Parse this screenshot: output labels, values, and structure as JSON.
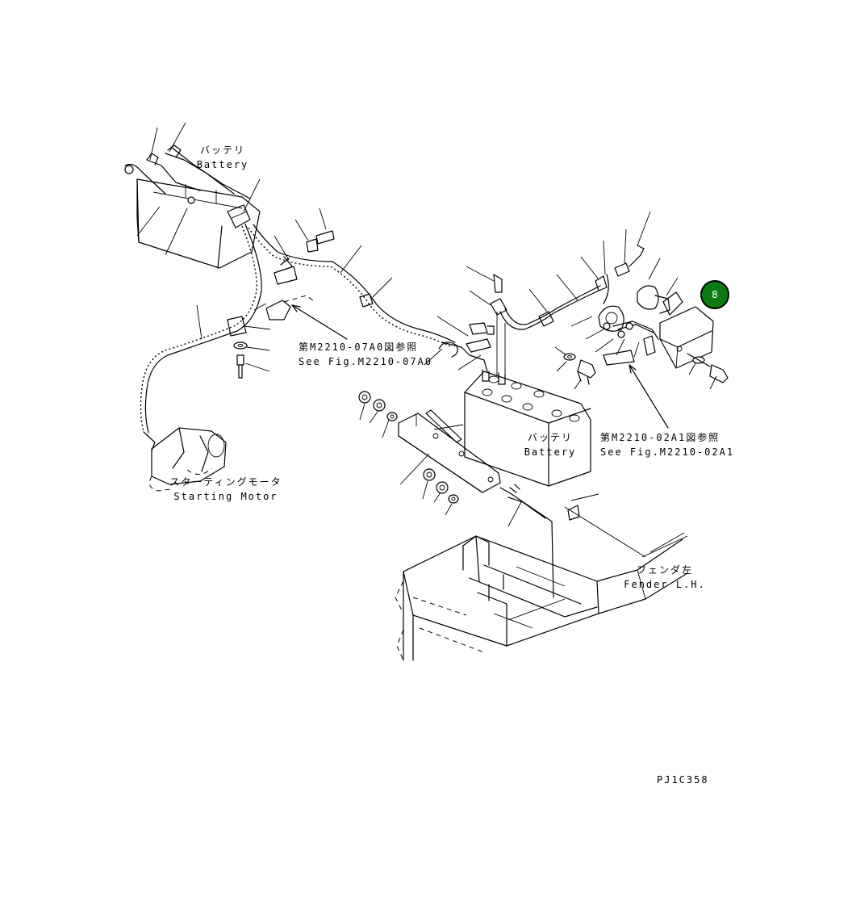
{
  "labels": {
    "battery_top_jp": "バッテリ",
    "battery_top_en": "Battery",
    "ref_left_jp": "第M2210-07A0図参照",
    "ref_left_en": "See Fig.M2210-07A0",
    "starting_motor_jp": "スターティングモータ",
    "starting_motor_en": "Starting Motor",
    "battery_mid_jp": "バッテリ",
    "battery_mid_en": "Battery",
    "ref_right_jp": "第M2210-02A1図参照",
    "ref_right_en": "See Fig.M2210-02A1",
    "fender_jp": "フェンダ左",
    "fender_en": "Fender L.H.",
    "drawing_code": "PJ1C358"
  },
  "callout": {
    "number": "8",
    "color": "#0a7a12"
  }
}
